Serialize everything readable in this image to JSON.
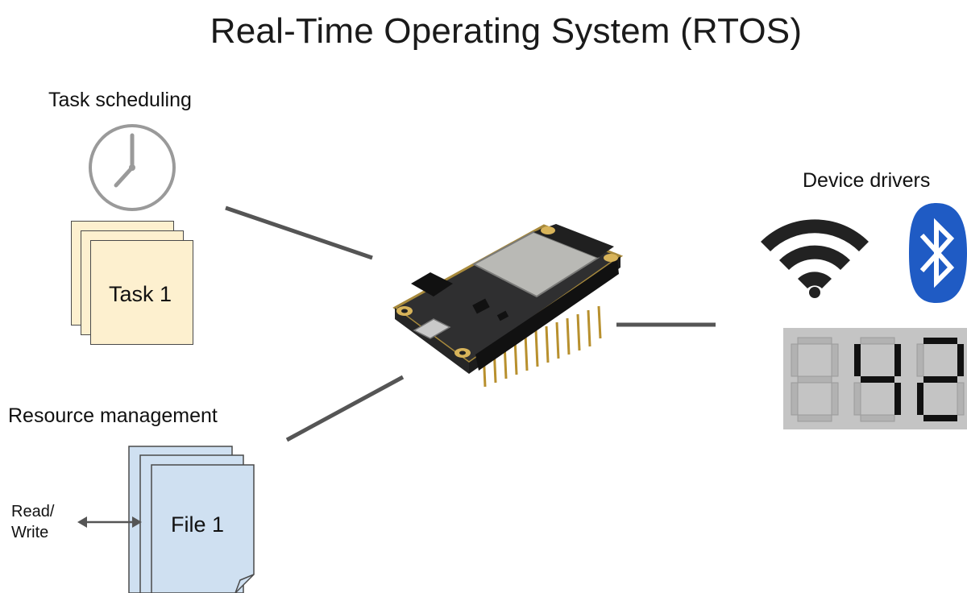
{
  "title": "Real-Time Operating System (RTOS)",
  "task_section": {
    "label": "Task scheduling",
    "card_label": "Task 1",
    "icon": "clock-icon"
  },
  "resource_section": {
    "label": "Resource management",
    "card_label": "File 1",
    "rw_label_line1": "Read/",
    "rw_label_line2": "Write",
    "icon": "file-stack"
  },
  "drivers_section": {
    "label": "Device drivers",
    "icons": [
      "wifi-icon",
      "bluetooth-icon",
      "seven-segment-display"
    ],
    "display_digits": [
      "",
      "4",
      "2"
    ]
  },
  "board": {
    "icon": "microcontroller-board"
  },
  "colors": {
    "task_card": "#fdf0cf",
    "file_card": "#cfe0f1",
    "bluetooth": "#1f5bc4",
    "connector": "#555555",
    "display_bg": "#c4c4c4"
  }
}
